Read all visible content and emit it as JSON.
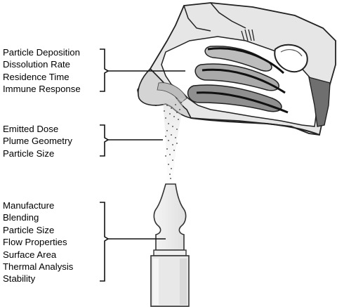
{
  "groups": [
    {
      "id": "nasal",
      "items": [
        "Particle Deposition",
        "Dissolution Rate",
        "Residence Time",
        "Immune Response"
      ]
    },
    {
      "id": "plume",
      "items": [
        "Emitted Dose",
        "Plume Geometry",
        "Particle Size"
      ]
    },
    {
      "id": "device",
      "items": [
        "Manufacture",
        "Blending",
        "Particle Size",
        "Flow Properties",
        "Surface Area",
        "Thermal Analysis",
        "Stability"
      ]
    }
  ]
}
